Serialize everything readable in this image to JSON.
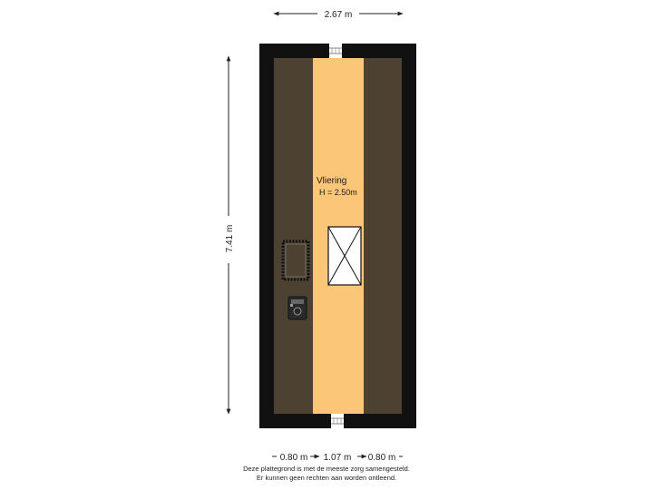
{
  "dimensions": {
    "width_label": "2.67 m",
    "height_label": "7.41 m",
    "bottom_left_label": "0.80 m",
    "bottom_mid_label": "1.07 m",
    "bottom_right_label": "0.80 m"
  },
  "room": {
    "name": "Vliering",
    "height_label": "H = 2.50m"
  },
  "colors": {
    "wall": "#111111",
    "low_ceiling_area": "#4d4232",
    "floor_area": "#fcc679"
  },
  "icons": {
    "hatch": "roof-hatch-x-icon",
    "skylight": "skylight-icon",
    "boiler": "boiler-icon"
  },
  "footer": {
    "line1": "Deze plattegrond is met de meeste zorg samengesteld.",
    "line2": "Er kunnen geen rechten aan worden ontleend."
  }
}
